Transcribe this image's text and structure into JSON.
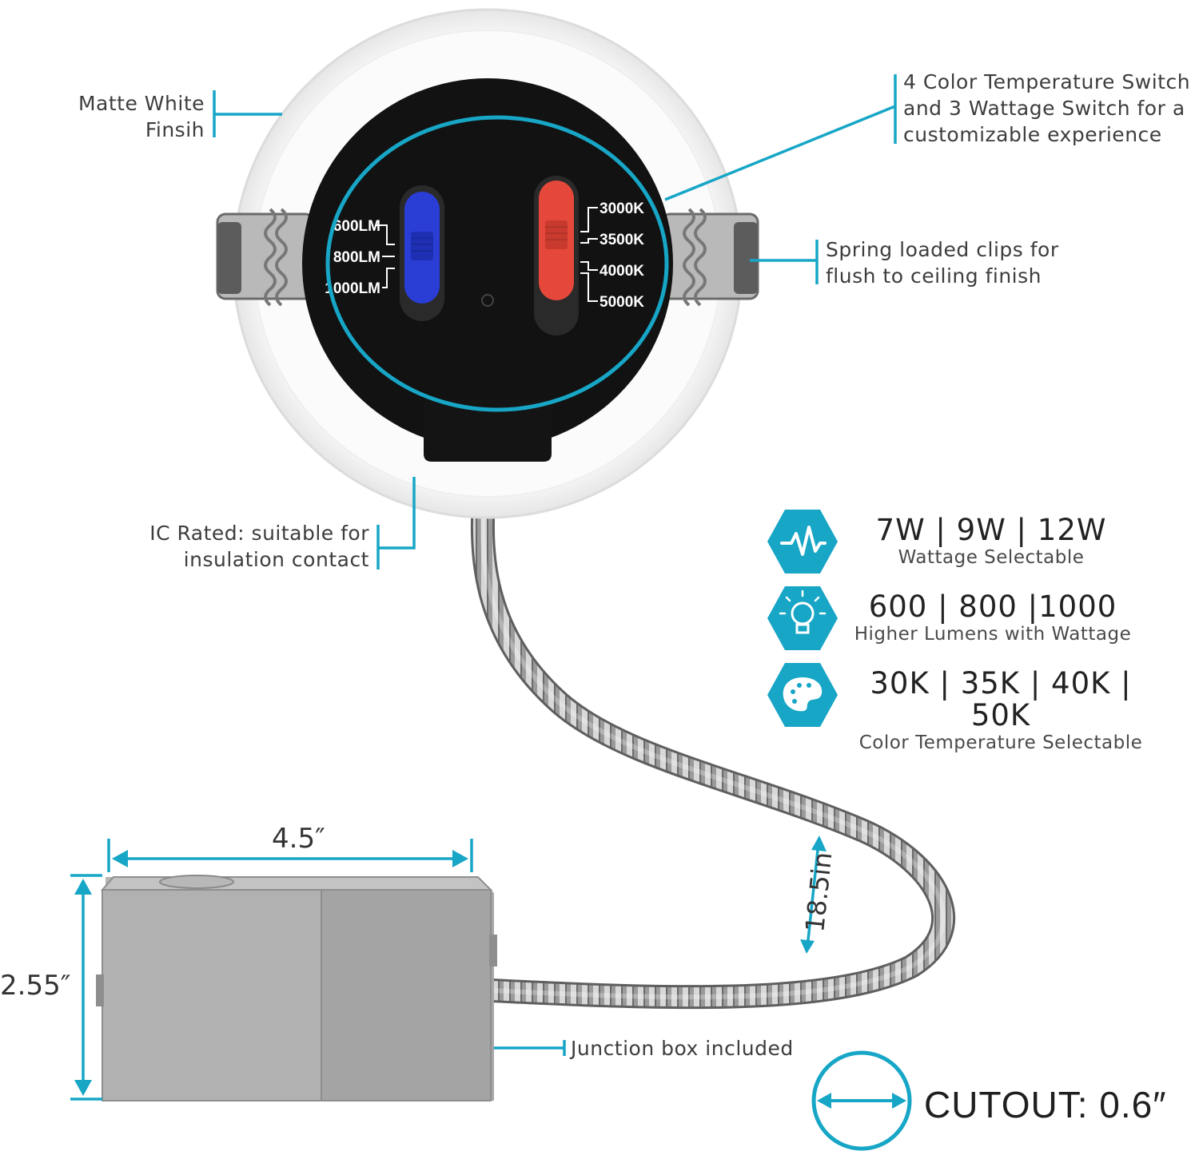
{
  "callouts": {
    "finish": [
      "Matte White",
      "Finsih"
    ],
    "switch": [
      "4 Color Temperature Switch",
      "and 3 Wattage Switch for a",
      "customizable experience"
    ],
    "clips": [
      "Spring loaded clips for",
      "flush to ceiling finish"
    ],
    "ic_rated": [
      "IC Rated: suitable for",
      "insulation contact"
    ],
    "junction": "Junction box included"
  },
  "switch_labels": {
    "lumens": [
      "600LM",
      "800LM",
      "1000LM"
    ],
    "cct": [
      "3000K",
      "3500K",
      "4000K",
      "5000K"
    ]
  },
  "features": [
    {
      "icon": "waveform-icon",
      "headline": "7W | 9W | 12W",
      "caption": "Wattage Selectable"
    },
    {
      "icon": "lightbulb-icon",
      "headline": "600 | 800 |1000",
      "caption": "Higher Lumens with Wattage"
    },
    {
      "icon": "palette-icon",
      "headline": "30K | 35K | 40K | 50K",
      "caption": "Color Temperature Selectable"
    }
  ],
  "dimensions": {
    "box_width": "4.5″",
    "box_height": "2.55″",
    "cable_length": "18.5in",
    "cutout": "CUTOUT: 0.6″"
  },
  "colors": {
    "accent": "#17a6c6",
    "wattage_switch": "#2a3ed6",
    "cct_switch": "#e5483a",
    "housing": "#111111",
    "junction_box": "#a9a9a9"
  }
}
